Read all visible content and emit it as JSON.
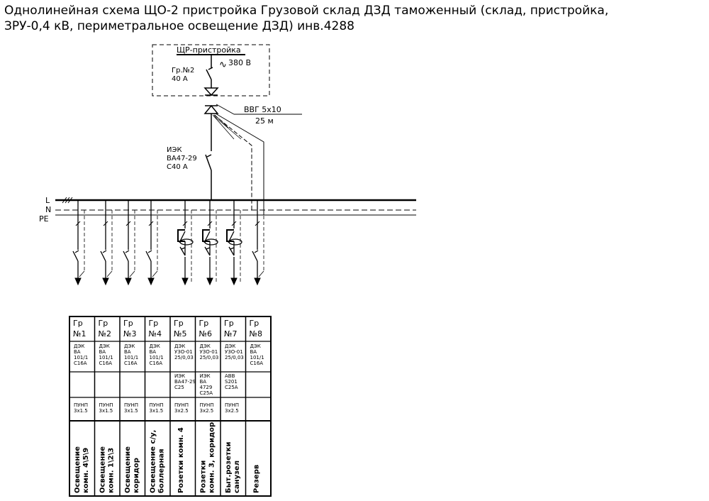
{
  "title_line1": "Однолинейная схема  ЩО-2 пристройка  Грузовой склад ДЗД таможенный (склад, пристройка,",
  "title_line2": "ЗРУ-0,4 кВ, периметральное освещение ДЗД) инв.4288",
  "panel": {
    "name": "ЩР-пристройка",
    "voltage": "380 В",
    "voltage_symbol": "∿",
    "group_line1": "Гр.№2",
    "group_line2": "40 А"
  },
  "cable": {
    "type": "ВВГ 5х10",
    "length": "25 м"
  },
  "main_breaker": {
    "line1": "ИЭК",
    "line2": "ВА47-29",
    "line3": "С40 А"
  },
  "buses": {
    "L": "L",
    "N": "N",
    "PE": "PE"
  },
  "groups": [
    {
      "gr": "Гр",
      "num": "№1",
      "dev1": [
        "ДЭК",
        "ВА",
        "101/1",
        "С16А"
      ],
      "dev2": [],
      "cable": [
        "ПУНП",
        "3х1.5"
      ],
      "purpose": [
        "Освещение",
        "комн. 4\\5\\9"
      ]
    },
    {
      "gr": "Гр",
      "num": "№2",
      "dev1": [
        "ДЭК",
        "ВА",
        "101/1",
        "С16А"
      ],
      "dev2": [],
      "cable": [
        "ПУНП",
        "3х1.5"
      ],
      "purpose": [
        "Освещение",
        "комн. 1\\2\\3"
      ]
    },
    {
      "gr": "Гр",
      "num": "№3",
      "dev1": [
        "ДЭК",
        "ВА",
        "101/1",
        "С16А"
      ],
      "dev2": [],
      "cable": [
        "ПУНП",
        "3х1.5"
      ],
      "purpose": [
        "Освещение",
        "коридор"
      ]
    },
    {
      "gr": "Гр",
      "num": "№4",
      "dev1": [
        "ДЭК",
        "ВА",
        "101/1",
        "С16А"
      ],
      "dev2": [],
      "cable": [
        "ПУНП",
        "3х1.5"
      ],
      "purpose": [
        "Освещение с/у,",
        "боллерная"
      ]
    },
    {
      "gr": "Гр",
      "num": "№5",
      "dev1": [
        "ДЭК",
        "УЗО-01",
        "25/0,03"
      ],
      "dev2": [
        "ИЭК",
        "ВА47-29",
        "С25"
      ],
      "cable": [
        "ПУНП",
        "3х2.5"
      ],
      "purpose": [
        "Розетки комн. 4"
      ]
    },
    {
      "gr": "Гр",
      "num": "№6",
      "dev1": [
        "ДЭК",
        "УЗО-01",
        "25/0,03"
      ],
      "dev2": [
        "ИЭК",
        "ВА",
        "4729",
        "С25А"
      ],
      "cable": [
        "ПУНП",
        "3х2.5"
      ],
      "purpose": [
        "Розетки",
        "комн. 3, коридор"
      ]
    },
    {
      "gr": "Гр",
      "num": "№7",
      "dev1": [
        "ДЭК",
        "УЗО-01",
        "25/0,03"
      ],
      "dev2": [
        "АВВ",
        "S201",
        "С25А"
      ],
      "cable": [
        "ПУНП",
        "3х2.5"
      ],
      "purpose": [
        "Быт.розетки",
        "санузел"
      ]
    },
    {
      "gr": "Гр",
      "num": "№8",
      "dev1": [
        "ДЭК",
        "ВА",
        "101/1",
        "С16А"
      ],
      "dev2": [],
      "cable": [],
      "purpose": [
        "Резерв"
      ]
    }
  ]
}
